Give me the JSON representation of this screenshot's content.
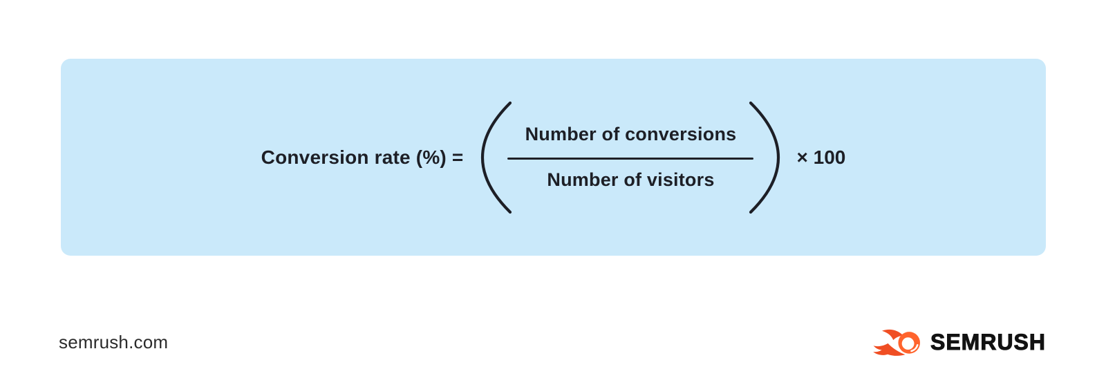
{
  "card": {
    "background": "#cae9fa",
    "text_color": "#1d1f26",
    "formula": {
      "lhs_label": "Conversion rate (%) =",
      "numerator": "Number of conversions",
      "denominator": "Number of visitors",
      "multiplier": "× 100"
    }
  },
  "footer": {
    "site_url": "semrush.com",
    "brand_name": "SEMRUSH",
    "logo_icon": "semrush-fireball-icon",
    "colors": {
      "flame": "#f04e23",
      "ball": "#ff642d",
      "ball_highlight": "#ffffff",
      "wordmark": "#121212",
      "url_text": "#2b2b2b"
    }
  }
}
